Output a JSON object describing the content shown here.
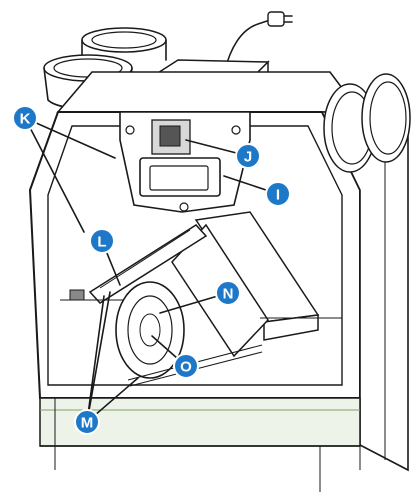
{
  "colors": {
    "callout_fill": "#1e78c8",
    "callout_stroke": "#ffffff",
    "callout_text": "#ffffff",
    "line": "#1a1a1a",
    "base_tint": "#dde8d6"
  },
  "callouts": [
    {
      "id": "K",
      "label": "K"
    },
    {
      "id": "J",
      "label": "J"
    },
    {
      "id": "I",
      "label": "I"
    },
    {
      "id": "L",
      "label": "L"
    },
    {
      "id": "N",
      "label": "N"
    },
    {
      "id": "O",
      "label": "O"
    },
    {
      "id": "M",
      "label": "M"
    }
  ]
}
